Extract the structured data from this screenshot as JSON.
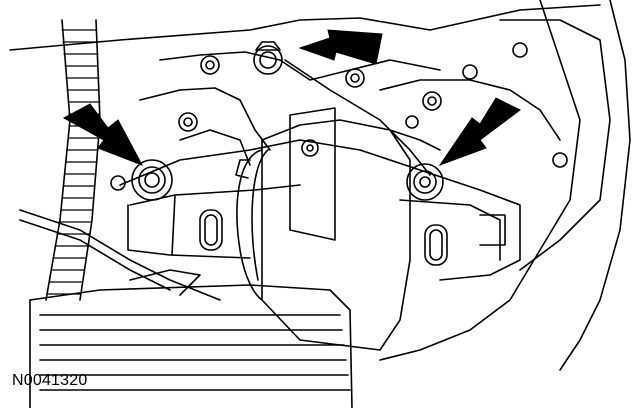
{
  "figure": {
    "reference_code": "N0041320",
    "line_color": "#000000",
    "background_color": "#ffffff",
    "callouts": [
      {
        "name": "arrow-upper-center-nut",
        "points_to": "upper-center-nut"
      },
      {
        "name": "arrow-left-bolt",
        "points_to": "left-bolt"
      },
      {
        "name": "arrow-right-nut",
        "points_to": "right-nut"
      }
    ]
  }
}
